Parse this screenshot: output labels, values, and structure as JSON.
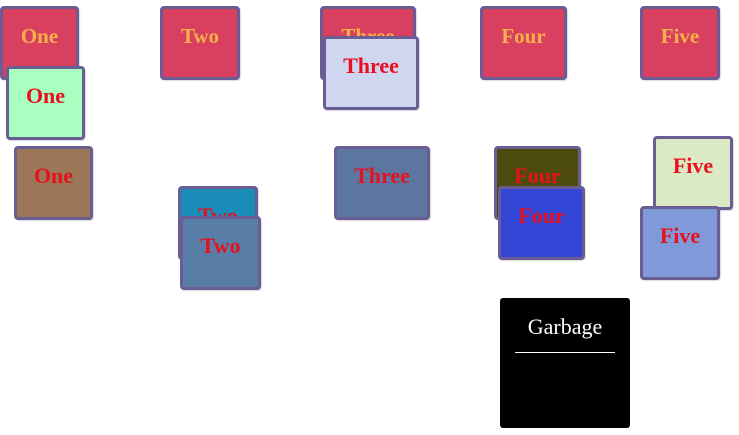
{
  "headers": [
    "One",
    "Two",
    "Three",
    "Four",
    "Five"
  ],
  "cards": {
    "one_a": "One",
    "one_b": "One",
    "two_a": "Two",
    "two_b": "Two",
    "three_a": "Three",
    "three_b": "Three",
    "four_a": "Four",
    "four_b": "Four",
    "five_a": "Five",
    "five_b": "Five"
  },
  "garbage": {
    "label": "Garbage"
  },
  "colors": {
    "header_bg": "#d9405f",
    "header_text": "#f7b14a",
    "card_text": "#e8101e",
    "tile_border": "#6a5d93",
    "garbage_bg": "#000000"
  }
}
